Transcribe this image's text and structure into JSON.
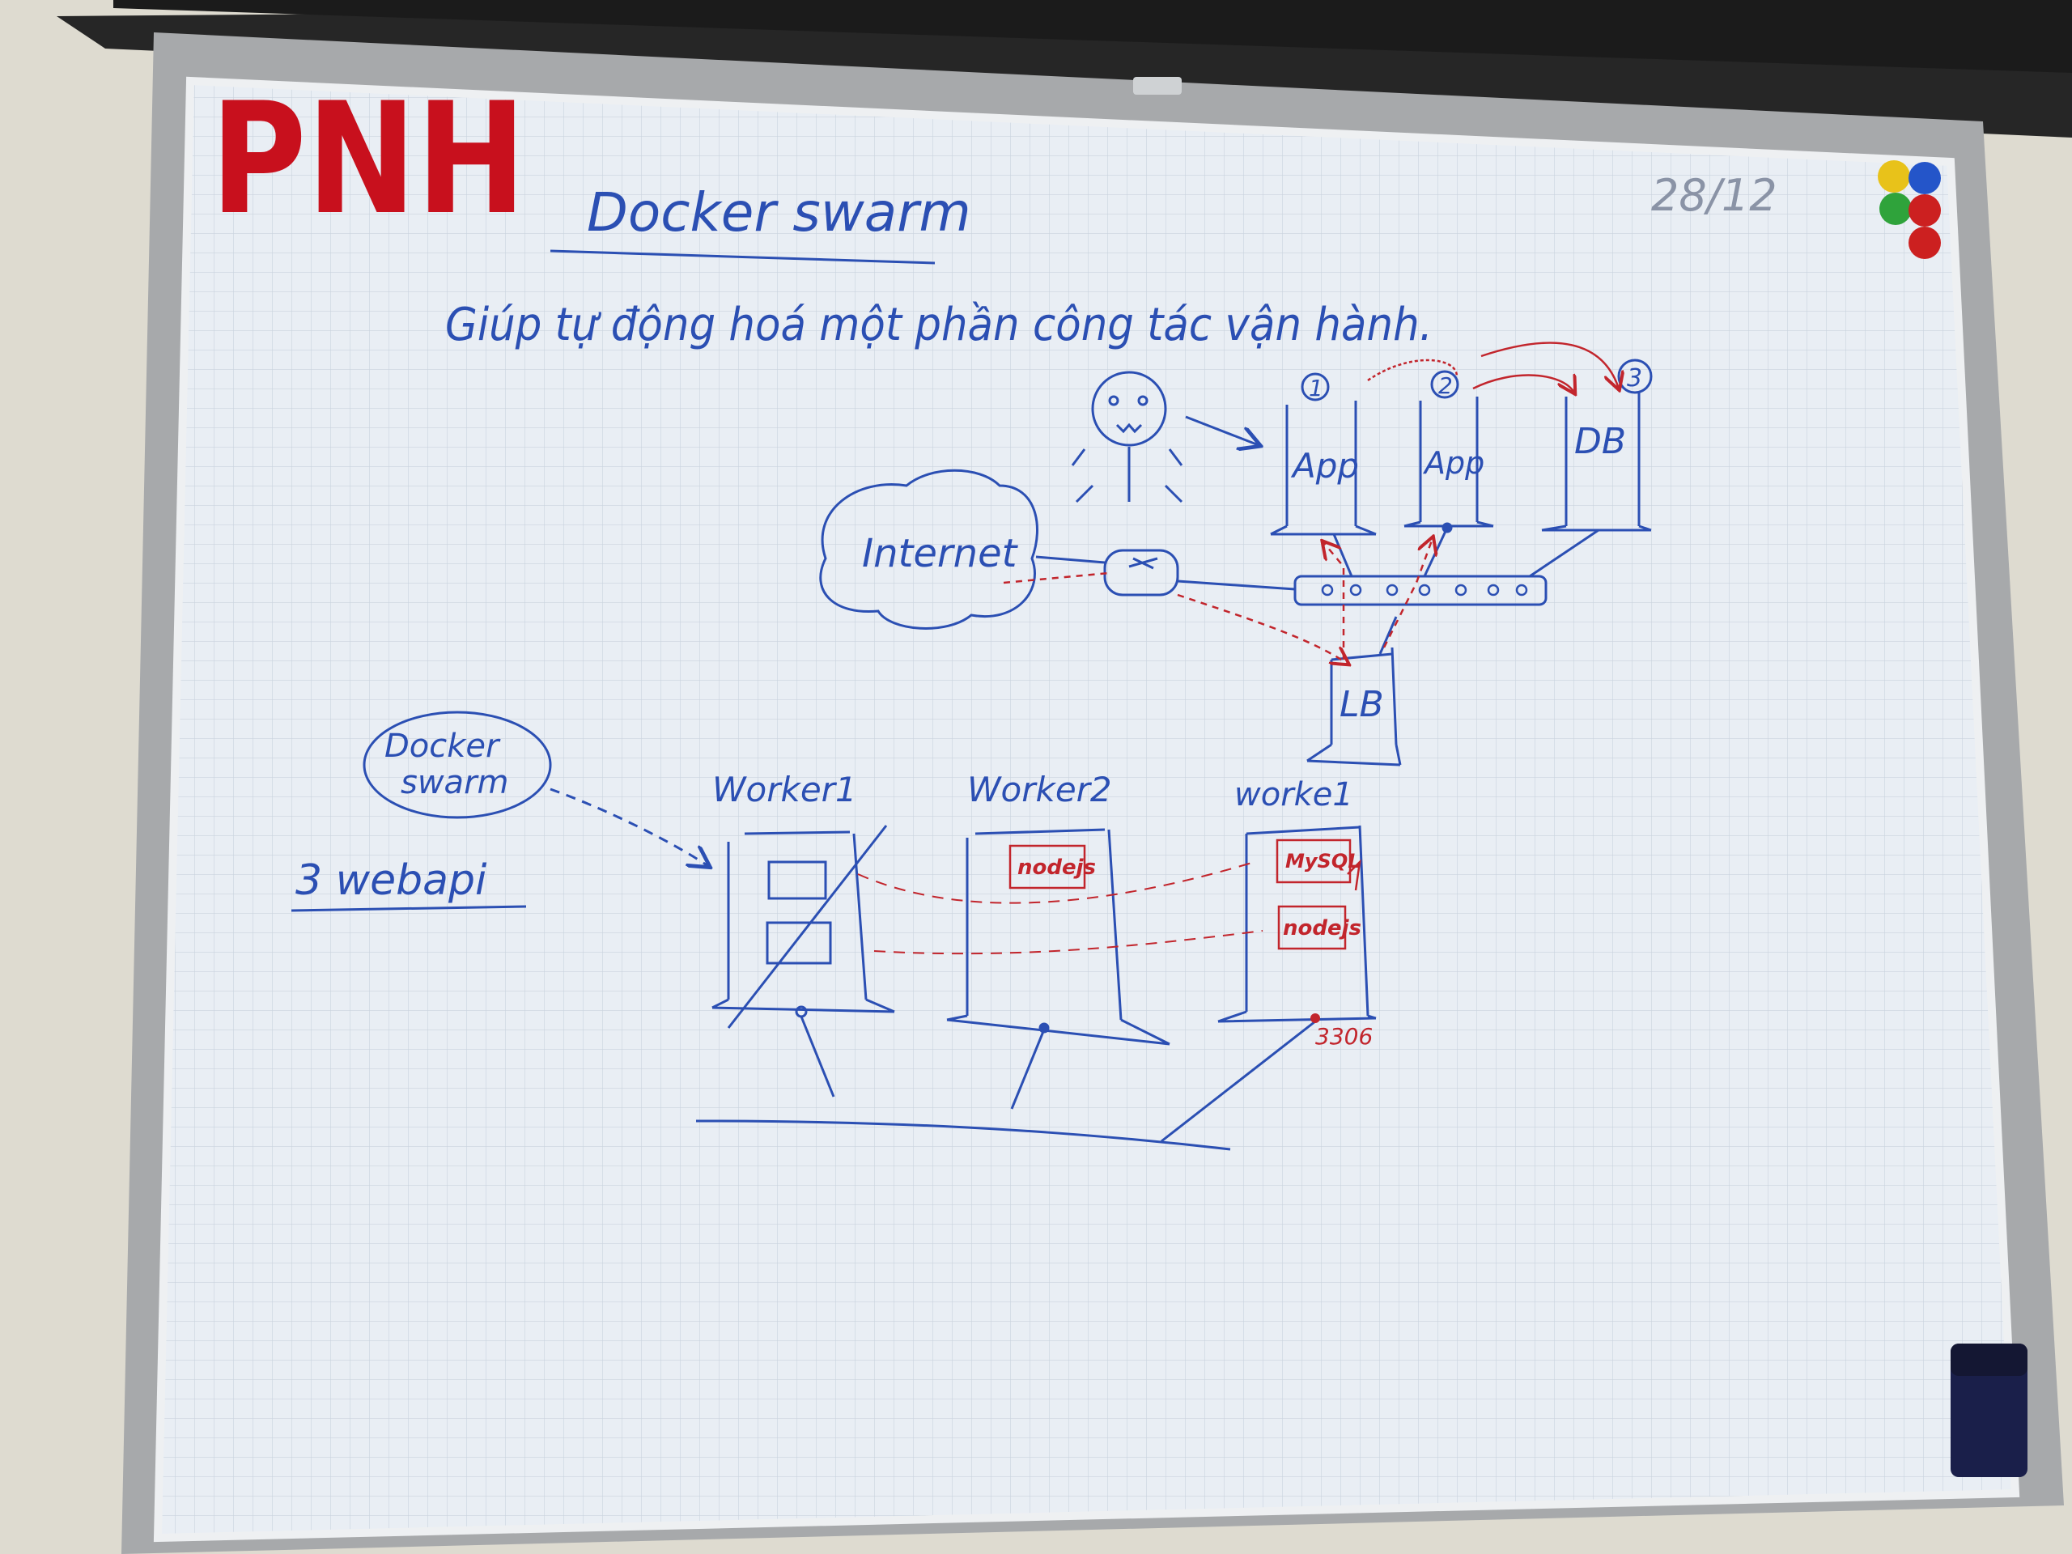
{
  "logo": "PNH",
  "board": {
    "title": "Docker swarm",
    "subtitle": "Giúp tự động hoá một phần công tác vận hành.",
    "date": "28/12",
    "colors": {
      "ink_blue": "#2b4fb3",
      "ink_red": "#c2252c",
      "logo_red": "#c8101d"
    }
  },
  "diagram": {
    "internet": "Internet",
    "servers": [
      {
        "number": "1",
        "label": "App"
      },
      {
        "number": "2",
        "label": "App"
      },
      {
        "number": "3",
        "label": "DB"
      }
    ],
    "load_balancer": "LB",
    "swarm_bubble": [
      "Docker",
      "swarm"
    ],
    "note": "3 webapi",
    "workers": [
      {
        "label": "Worker1",
        "containers": []
      },
      {
        "label": "Worker2",
        "containers": [
          "nodejs"
        ]
      },
      {
        "label": "worke1",
        "containers": [
          "MySQL",
          "nodejs"
        ]
      }
    ],
    "port": "3306"
  }
}
